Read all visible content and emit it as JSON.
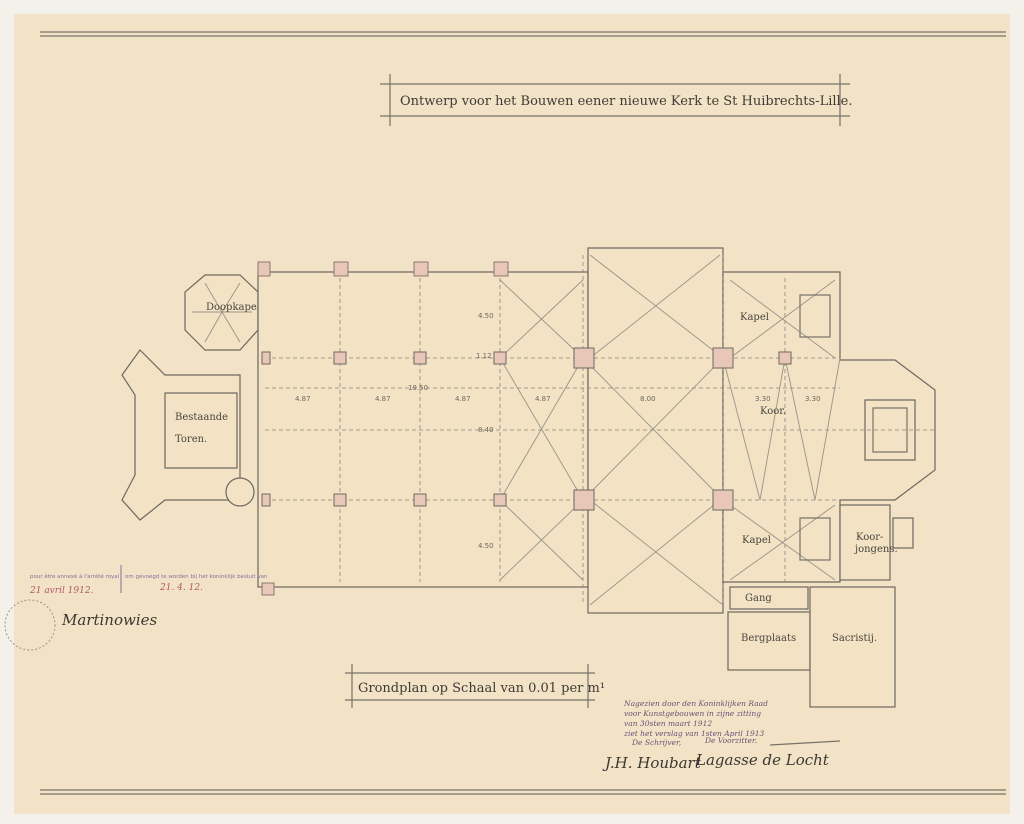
{
  "title": "Ontwerp voor het Bouwen eener nieuwe Kerk te St Huibrechts-Lille.",
  "subtitle": "Grondplan op Schaal van 0.01 per m¹",
  "rooms": {
    "baptistery": "Doopkapel",
    "tower_1": "Bestaande",
    "tower_2": "Toren.",
    "chapel_north": "Kapel",
    "choir": "Koor.",
    "chapel_south": "Kapel",
    "choirboys_1": "Koor-",
    "choirboys_2": "jongens.",
    "corridor": "Gang",
    "storage": "Bergplaats",
    "sacristy": "Sacristij."
  },
  "dimensions": {
    "nave_length": "19.50",
    "bay_1": "4.87",
    "bay_2": "4.87",
    "bay_3": "4.87",
    "bay_4": "4.87",
    "crossing": "8.00",
    "choir_1": "3.30",
    "choir_2": "3.30",
    "nave_width": "8.40",
    "aisle_n": "4.50",
    "aisle_s": "4.50",
    "pier": "1.12"
  },
  "approval_note": {
    "line1": "Nagezien door den Koninklijken Raad",
    "line2": "voor Kunstgebouwen in zijne zitting",
    "line3": "van 30sten maart 1912",
    "line4": "ziet het verslag van 1sten April 1913",
    "secretary": "De Schrijver,",
    "president": "De Voorzitter."
  },
  "stamp": {
    "left_date": "21 avril 1912.",
    "right_date": "21. 4. 12.",
    "left_text": "pour être annexé à l'arrêté royal",
    "right_text": "om gevoegd te worden bij het koninklijk besluit van"
  },
  "signatures": {
    "left": "Martinowies",
    "secretary": "J.H. Houbart",
    "president": "Lagasse de Locht"
  }
}
